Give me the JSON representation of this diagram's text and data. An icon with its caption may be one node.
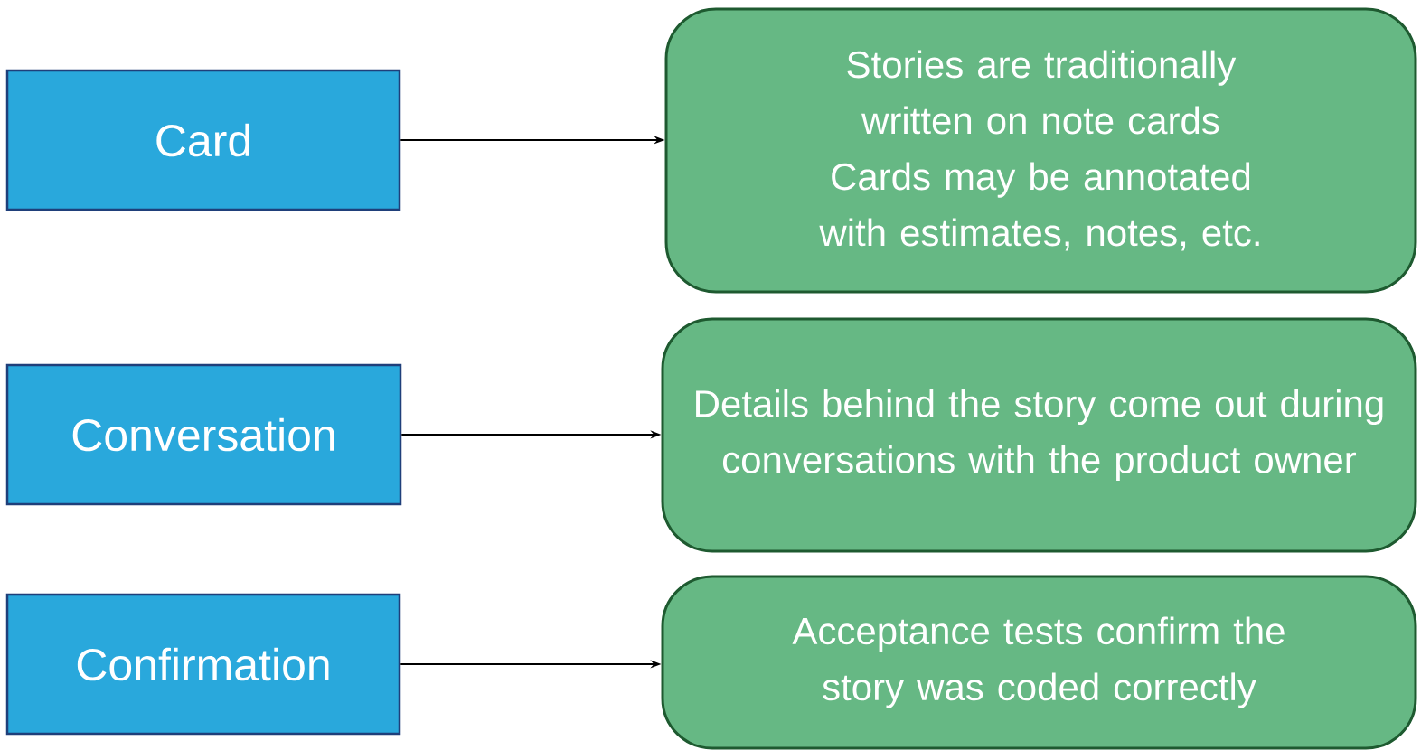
{
  "diagram": {
    "nodes": [
      {
        "text": [
          "Card"
        ]
      },
      {
        "text": [
          "Stories are traditionally written on note cards",
          "Cards may be annotated with estimates, notes, etc."
        ]
      },
      {
        "text": [
          "Conversation"
        ]
      },
      {
        "text": [
          "Details behind the story come out during conversations with the product owner"
        ]
      },
      {
        "text": [
          "Confirmation"
        ]
      },
      {
        "text": [
          "Acceptance tests confirm the story was coded correctly"
        ]
      }
    ],
    "edges": [
      {
        "from": 0,
        "to": 1,
        "arrow": "to"
      },
      {
        "from": 2,
        "to": 3,
        "arrow": "to"
      },
      {
        "from": 4,
        "to": 5,
        "arrow": "to"
      }
    ]
  }
}
